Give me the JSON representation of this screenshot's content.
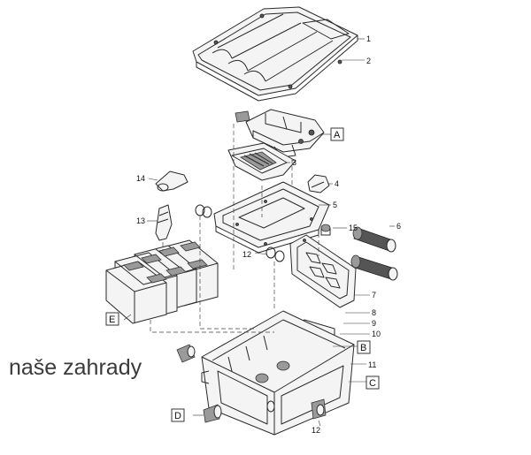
{
  "watermark": "naše zahrady",
  "parts": [
    "1",
    "2",
    "3",
    "4",
    "5",
    "6",
    "7",
    "8",
    "9",
    "10",
    "11",
    "12",
    "12",
    "13",
    "14",
    "15"
  ],
  "callouts": [
    "A",
    "B",
    "C",
    "D",
    "E"
  ]
}
